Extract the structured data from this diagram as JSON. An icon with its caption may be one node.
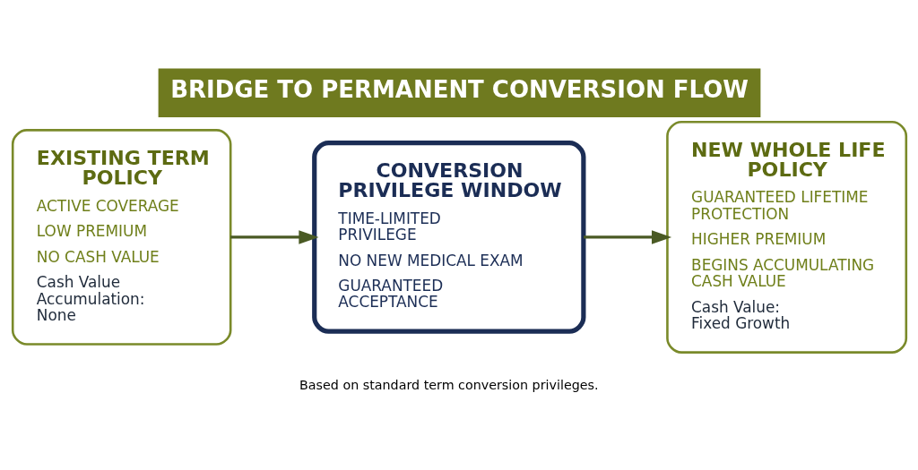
{
  "diagram": {
    "title": "BRIDGE TO PERMANENT CONVERSION FLOW",
    "caption": "Based on standard term conversion privileges.",
    "nodes": [
      {
        "text": [
          "EXISTING TERM POLICY",
          "ACTIVE COVERAGE",
          "LOW PREMIUM",
          "NO CASH VALUE",
          "Cash Value Accumulation: None"
        ]
      },
      {
        "text": [
          "CONVERSION PRIVILEGE WINDOW",
          "TIME-LIMITED PRIVILEGE",
          "NO NEW MEDICAL EXAM",
          "GUARANTEED ACCEPTANCE"
        ]
      },
      {
        "text": [
          "NEW WHOLE LIFE POLICY",
          "GUARANTEED LIFETIME PROTECTION",
          "HIGHER PREMIUM",
          "BEGINS ACCUMULATING CASH VALUE",
          "Cash Value: Fixed Growth"
        ]
      }
    ],
    "edges": [
      {
        "from": 0,
        "to": 1,
        "arrow": "to"
      },
      {
        "from": 1,
        "to": 2,
        "arrow": "to"
      }
    ]
  }
}
